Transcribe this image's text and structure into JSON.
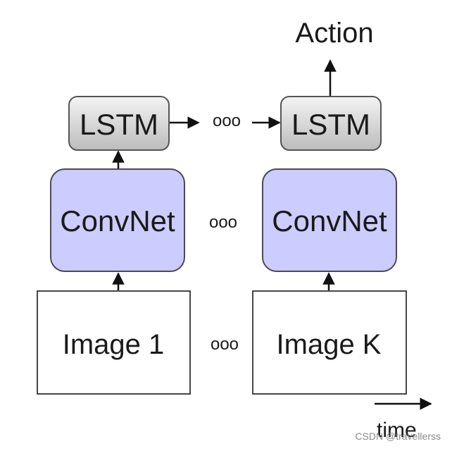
{
  "diagram": {
    "action_label": "Action",
    "left_column": {
      "lstm_label": "LSTM",
      "convnet_label": "ConvNet",
      "image_label": "Image 1"
    },
    "right_column": {
      "lstm_label": "LSTM",
      "convnet_label": "ConvNet",
      "image_label": "Image K"
    },
    "ellipsis_lstm": "ooo",
    "ellipsis_convnet": "ooo",
    "ellipsis_image": "ooo",
    "time_label": "time"
  },
  "watermark": "CSDN @travellerss",
  "colors": {
    "convnet_fill": "#ccccff",
    "convnet_stroke": "#4a4a55",
    "lstm_gradient_top": "#f2f2f2",
    "lstm_gradient_bottom": "#bdbdbd",
    "image_stroke": "#333333",
    "arrow": "#111111"
  }
}
